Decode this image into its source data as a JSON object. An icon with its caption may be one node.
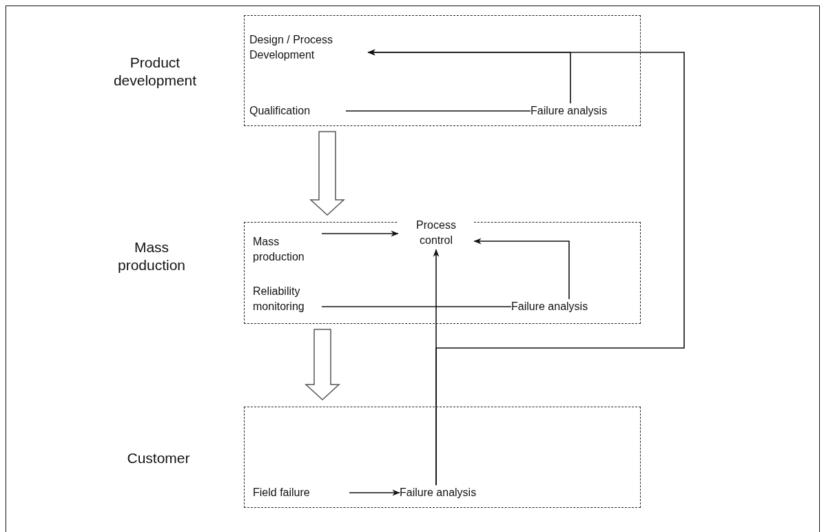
{
  "diagram": {
    "nodes": [
      {
        "text": [
          "Product development"
        ]
      },
      {
        "text": [
          "Design / Process Development"
        ],
        "in": 0
      },
      {
        "text": [
          "Qualification"
        ],
        "in": 0
      },
      {
        "text": [
          "Failure analysis"
        ],
        "in": 0
      },
      {
        "text": [
          "Mass production"
        ]
      },
      {
        "text": [
          "Mass production"
        ],
        "in": 4
      },
      {
        "text": [
          "Process control"
        ],
        "in": 4
      },
      {
        "text": [
          "Reliability monitoring"
        ],
        "in": 4
      },
      {
        "text": [
          "Failure analysis"
        ],
        "in": 4
      },
      {
        "text": [
          "Customer"
        ]
      },
      {
        "text": [
          "Field failure"
        ],
        "in": 9
      },
      {
        "text": [
          "Failure analysis"
        ],
        "in": 9
      }
    ],
    "edges": [
      {
        "from": 2,
        "to": 3,
        "arrow": "none"
      },
      {
        "from": 3,
        "to": 1,
        "arrow": "to"
      },
      {
        "from": 5,
        "to": 6,
        "arrow": "to"
      },
      {
        "from": 7,
        "to": 8,
        "arrow": "none"
      },
      {
        "from": 8,
        "to": 6,
        "arrow": "to"
      },
      {
        "from": 10,
        "to": 11,
        "arrow": "to"
      },
      {
        "from": 11,
        "to": 6,
        "arrow": "to"
      },
      {
        "from": 11,
        "to": 1,
        "arrow": "to"
      },
      {
        "from": 0,
        "to": 4,
        "arrow": "to",
        "style": "thick"
      },
      {
        "from": 4,
        "to": 9,
        "arrow": "to",
        "style": "thick"
      }
    ]
  }
}
